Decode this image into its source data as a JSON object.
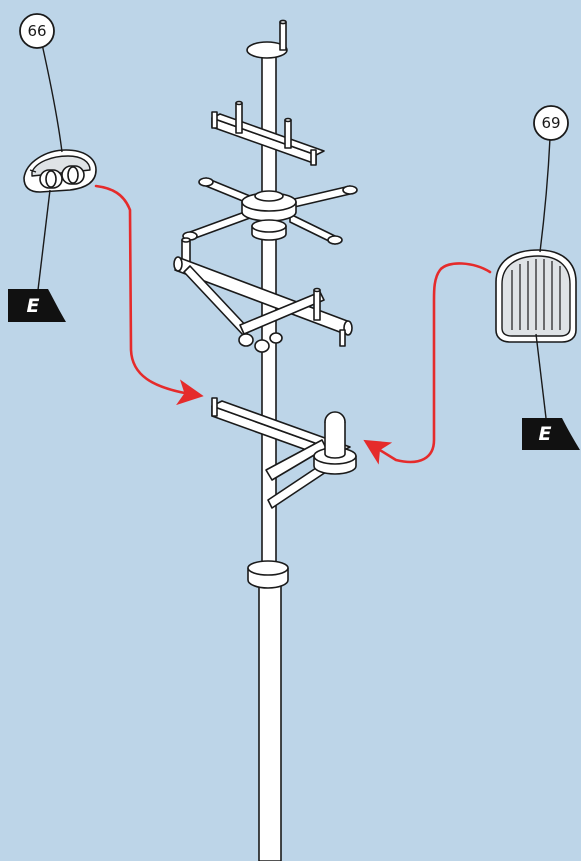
{
  "colors": {
    "background": "#bdd5e8",
    "arrow": "#e52b2b",
    "part_fill": "#ffffff",
    "outline": "#1a1a1a",
    "flag": "#111111"
  },
  "callouts": [
    {
      "id": "part-66",
      "number": "66"
    },
    {
      "id": "part-69",
      "number": "69"
    }
  ],
  "flags": [
    {
      "id": "flag-left",
      "letter": "E"
    },
    {
      "id": "flag-right",
      "letter": "E"
    }
  ],
  "icons": [
    "radar-antenna-part-icon",
    "grill-shield-part-icon",
    "flag-marker-icon",
    "red-placement-arrow-icon"
  ]
}
